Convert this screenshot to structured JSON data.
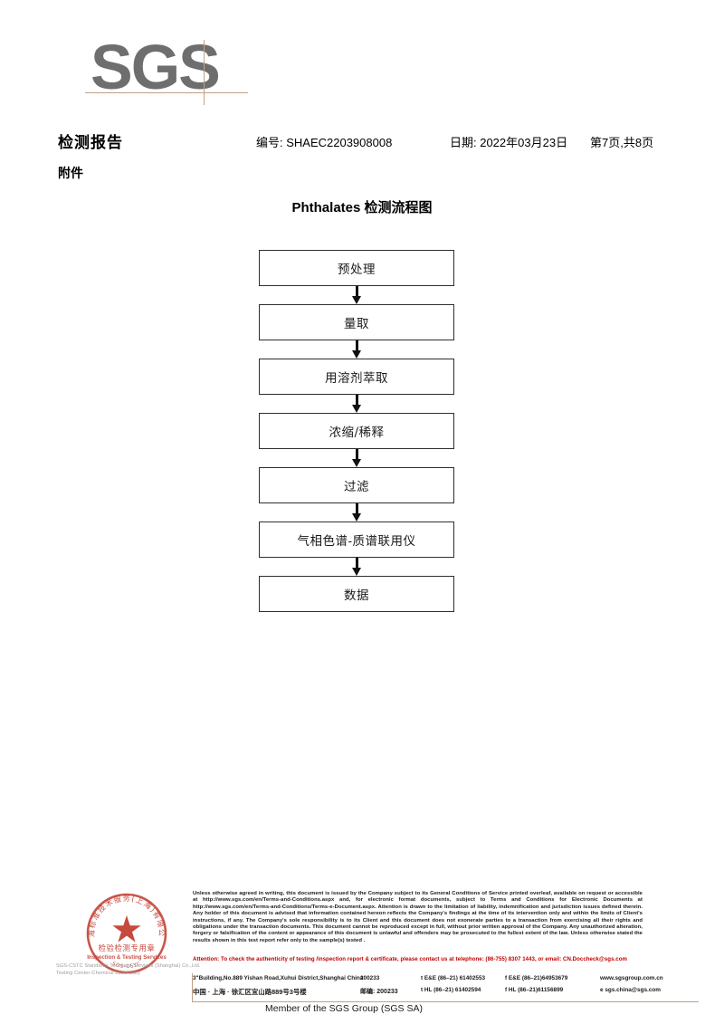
{
  "logo": {
    "wordmark": "SGS",
    "accent_color": "#c2a184",
    "text_color": "#6e6e6e"
  },
  "header": {
    "title": "检测报告",
    "subtitle": "附件",
    "report_no": "编号: SHAEC2203908008",
    "date": "日期: 2022年03月23日",
    "page": "第7页,共8页"
  },
  "flowchart": {
    "title": "Phthalates 检测流程图",
    "nodes": [
      {
        "label": "预处理"
      },
      {
        "label": "量取"
      },
      {
        "label": "用溶剂萃取"
      },
      {
        "label": "浓缩/稀释"
      },
      {
        "label": "过滤"
      },
      {
        "label": "气相色谱-质谱联用仪"
      },
      {
        "label": "数据"
      }
    ]
  },
  "seal": {
    "arc_top": "上海标准技术服务(上海)有限公司",
    "line1": "检验检测专用章",
    "line2": "Inspection & Testing Services",
    "arc_bottom": "SGS-CSTC",
    "caption": "SGS-CSTC Standards Technical Services (Shanghai) Co.,Ltd. Testing Center-Chemical Laboratory",
    "color": "#c0392b"
  },
  "footer": {
    "legal": "Unless otherwise agreed in writing, this document is issued by the Company subject to its General Conditions of Service printed overleaf, available on request or accessible at http://www.sgs.com/en/Terms-and-Conditions.aspx and, for electronic format documents, subject to Terms and Conditions for Electronic Documents at http://www.sgs.com/en/Terms-and-Conditions/Terms-e-Document.aspx. Attention is drawn to the limitation of liability, indemnification and jurisdiction issues defined therein. Any holder of this document is advised that information contained hereon reflects the Company's findings at the time of its intervention only and within the limits of Client's instructions, if any. The Company's sole responsibility is to its Client and this document does not exonerate parties to a transaction from exercising all their rights and obligations under the transaction documents. This document cannot be reproduced except in full, without prior written approval of the Company. Any unauthorized alteration, forgery or falsification of the content or appearance of this document is unlawful and offenders may be prosecuted to the fullest extent of the law. Unless otherwise stated the results shown in this test report refer only to the sample(s) tested .",
    "attention": "Attention: To check the authenticity of testing /inspection report & certificate, please contact us at telephone: (86-755) 8307 1443, or email: CN.Doccheck@sgs.com",
    "address_en": "3\"Building,No.889 Yishan Road,Xuhui District,Shanghai China",
    "zip_en": "200233",
    "tel_en_1": "t E&E (86–21) 61402553",
    "tel_en_2": "f E&E (86–21)64953679",
    "web": "www.sgsgroup.com.cn",
    "address_cn": "中国 · 上海 · 徐汇区宜山路889号3号楼",
    "zip_cn": "邮编: 200233",
    "tel_cn_1": "t HL (86–21) 61402594",
    "tel_cn_2": "f HL (86–21)61156899",
    "email": "e sgs.china@sgs.com",
    "member": "Member of the SGS Group (SGS SA)",
    "accent_color": "#c2a184",
    "attention_color": "#c00000"
  }
}
